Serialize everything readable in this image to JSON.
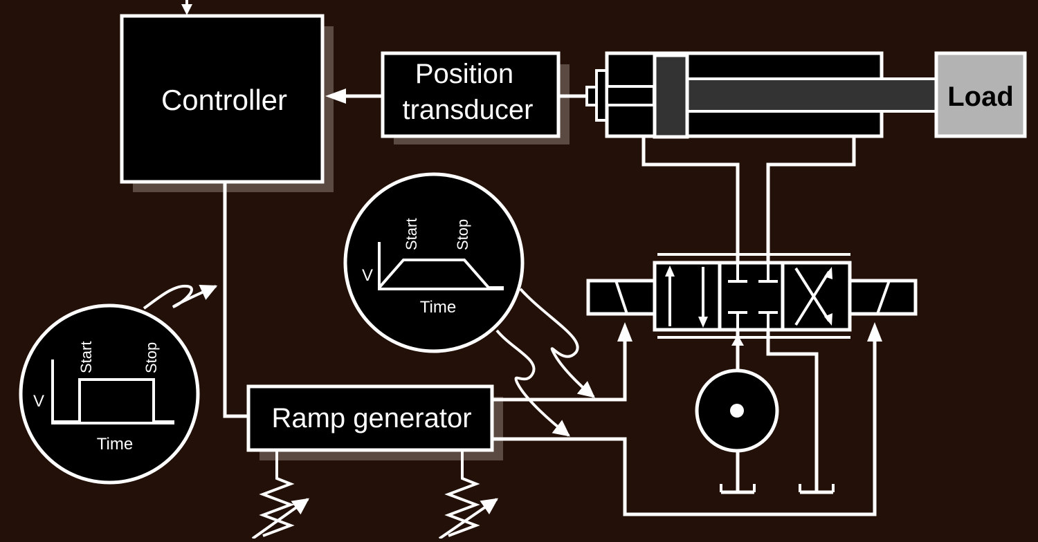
{
  "blocks": {
    "controller": "Controller",
    "transducer_line1": "Position",
    "transducer_line2": "transducer",
    "ramp_generator": "Ramp generator",
    "load": "Load"
  },
  "graph_left": {
    "y_label": "V",
    "x_label": "Time",
    "start": "Start",
    "stop": "Stop"
  },
  "graph_center": {
    "y_label": "V",
    "x_label": "Time",
    "start": "Start",
    "stop": "Stop"
  },
  "colors": {
    "background": "#231008",
    "block_fill": "#000000",
    "line": "#ffffff",
    "shadow": "#5a4a42",
    "load_fill": "#b3b3b3",
    "piston_fill": "#333333"
  }
}
